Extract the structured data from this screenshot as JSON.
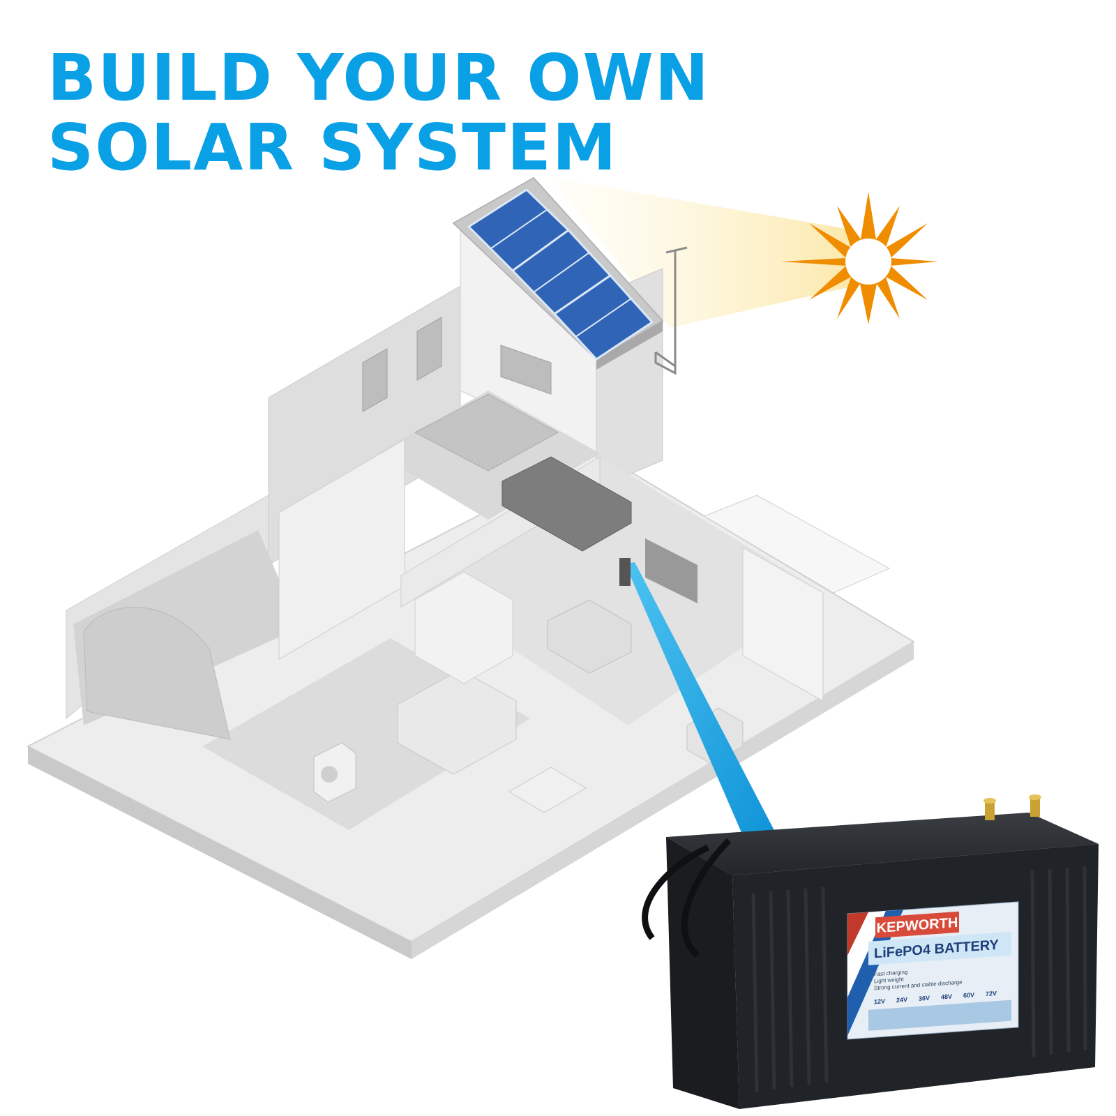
{
  "headline": {
    "line1": "BUILD YOUR OWN",
    "line2": "SOLAR SYSTEM"
  },
  "battery": {
    "brand": "KEPWORTH",
    "product": "LiFePO4 BATTERY",
    "features": [
      "Fast charging",
      "Light weight",
      "Strong current and stable discharge"
    ],
    "voltages": [
      "12V",
      "24V",
      "36V",
      "48V",
      "60V",
      "72V"
    ]
  },
  "colors": {
    "headline": "#0aa0e6",
    "beam": "#14a3e0",
    "sun": "#f08c00",
    "panel": "#2f64b6",
    "house_wall": "#e6e6e6",
    "battery_case": "#1d1f22",
    "label_blue": "#cfe6f7",
    "brand_red": "#c0392b"
  },
  "icons": {
    "sun": "sun-icon",
    "solar_panel": "solar-panel-icon",
    "antenna": "antenna-icon"
  }
}
